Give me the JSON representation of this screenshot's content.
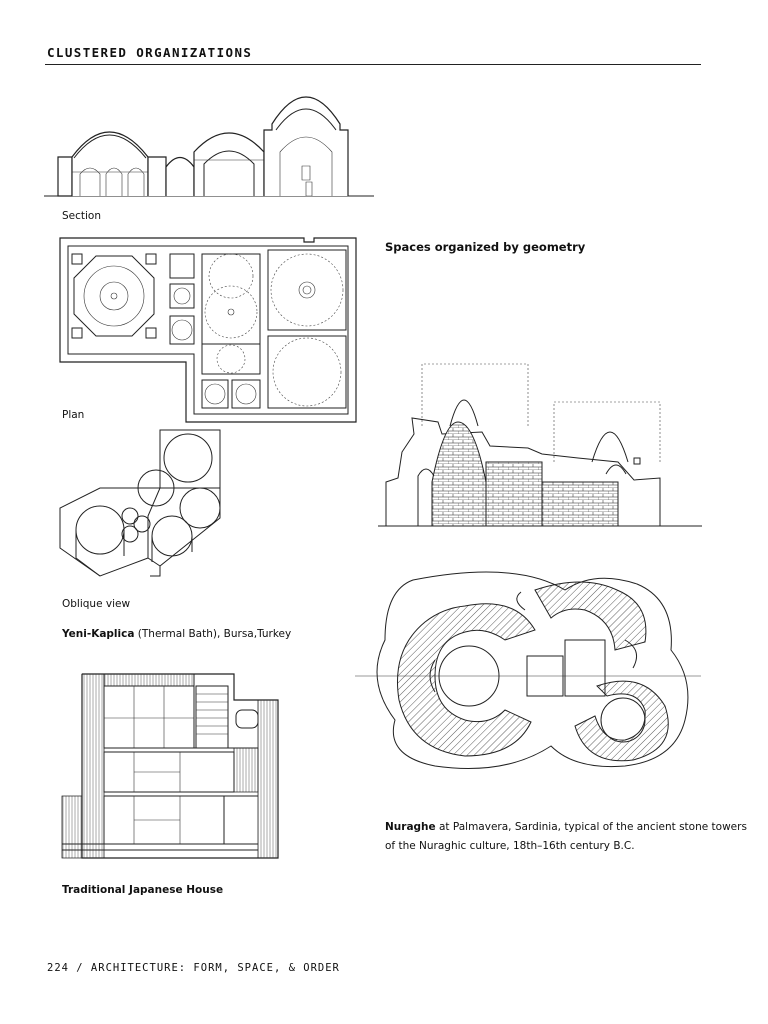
{
  "header": {
    "title": "CLUSTERED ORGANIZATIONS"
  },
  "captions": {
    "section": "Section",
    "plan": "Plan",
    "oblique": "Oblique view",
    "yeni_bold": "Yeni-Kaplica",
    "yeni_rest": " (Thermal Bath), Bursa,Turkey",
    "japanese": "Traditional Japanese House",
    "nuraghe_bold": "Nuraghe",
    "nuraghe_line1": " at Palmavera, Sardinia, typical of the ancient stone towers",
    "nuraghe_line2": "of the Nuraghic culture, 18th–16th century B.C."
  },
  "heading": {
    "spaces": "Spaces organized by geometry"
  },
  "footer": {
    "text": "224 / ARCHITECTURE: FORM, SPACE, & ORDER"
  }
}
